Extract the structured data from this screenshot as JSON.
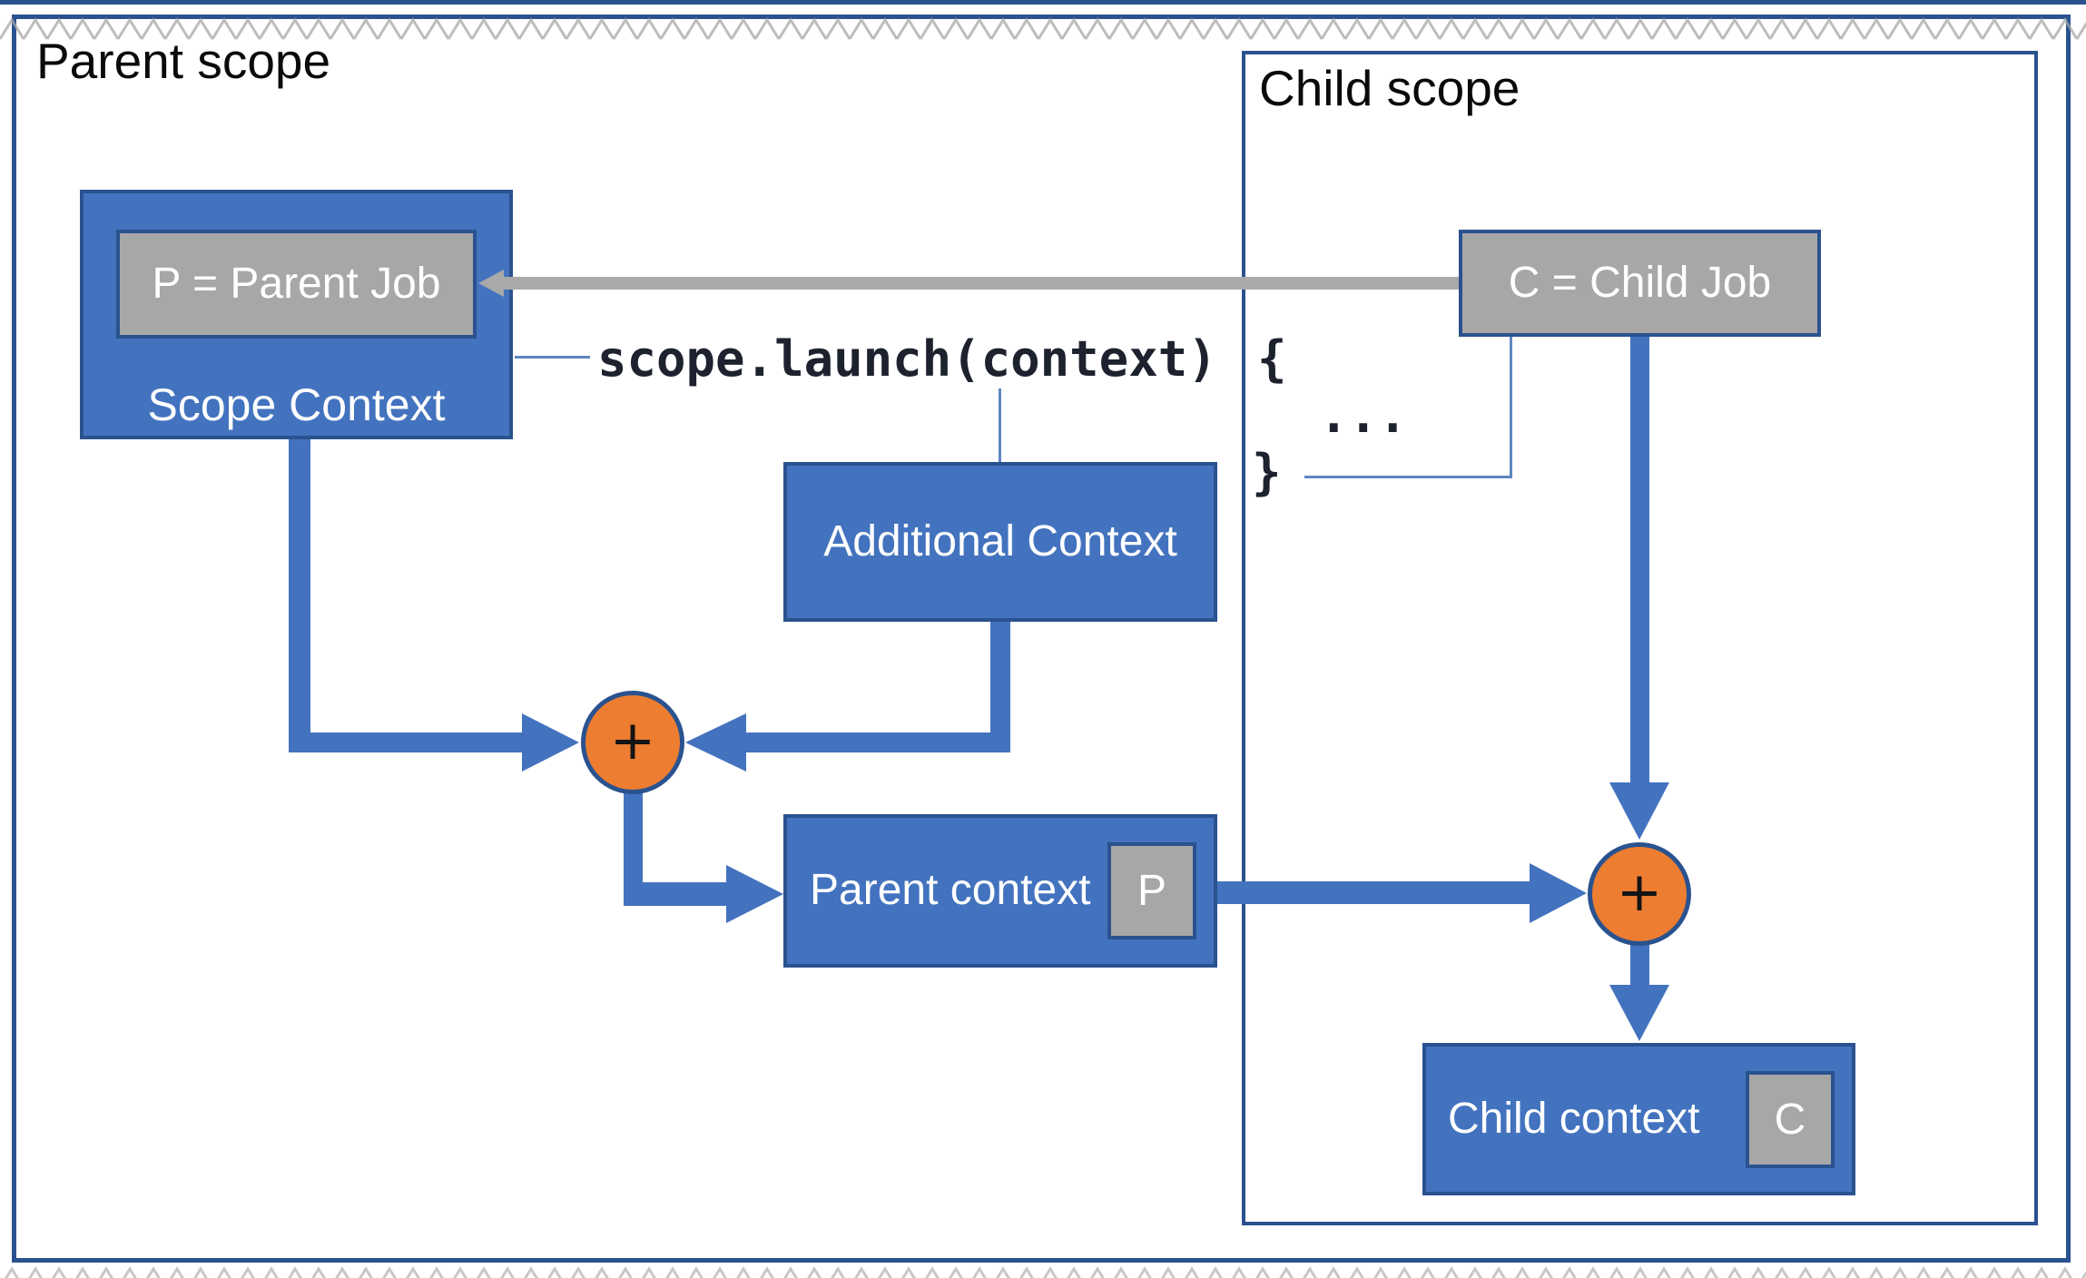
{
  "labels": {
    "parent_scope": "Parent scope",
    "child_scope": "Child scope",
    "scope_context": "Scope Context",
    "parent_job": "P = Parent Job",
    "child_job": "C = Child Job",
    "additional_context": "Additional Context",
    "parent_context": "Parent context",
    "parent_badge": "P",
    "child_context": "Child context",
    "child_badge": "C",
    "plus": "+"
  },
  "code": {
    "call": "scope.launch(context)",
    "open_brace": "{",
    "body": "...",
    "close_brace": "}"
  },
  "colors": {
    "box_blue": "#4373bf",
    "border_blue": "#2a528f",
    "connector_blue": "#4373bf",
    "thin_line_blue": "#5f86c0",
    "gray_fill": "#a7a7a7",
    "gray_arrow": "#a9a9a9",
    "orange": "#ed7d31",
    "code_text": "#1d222e"
  }
}
